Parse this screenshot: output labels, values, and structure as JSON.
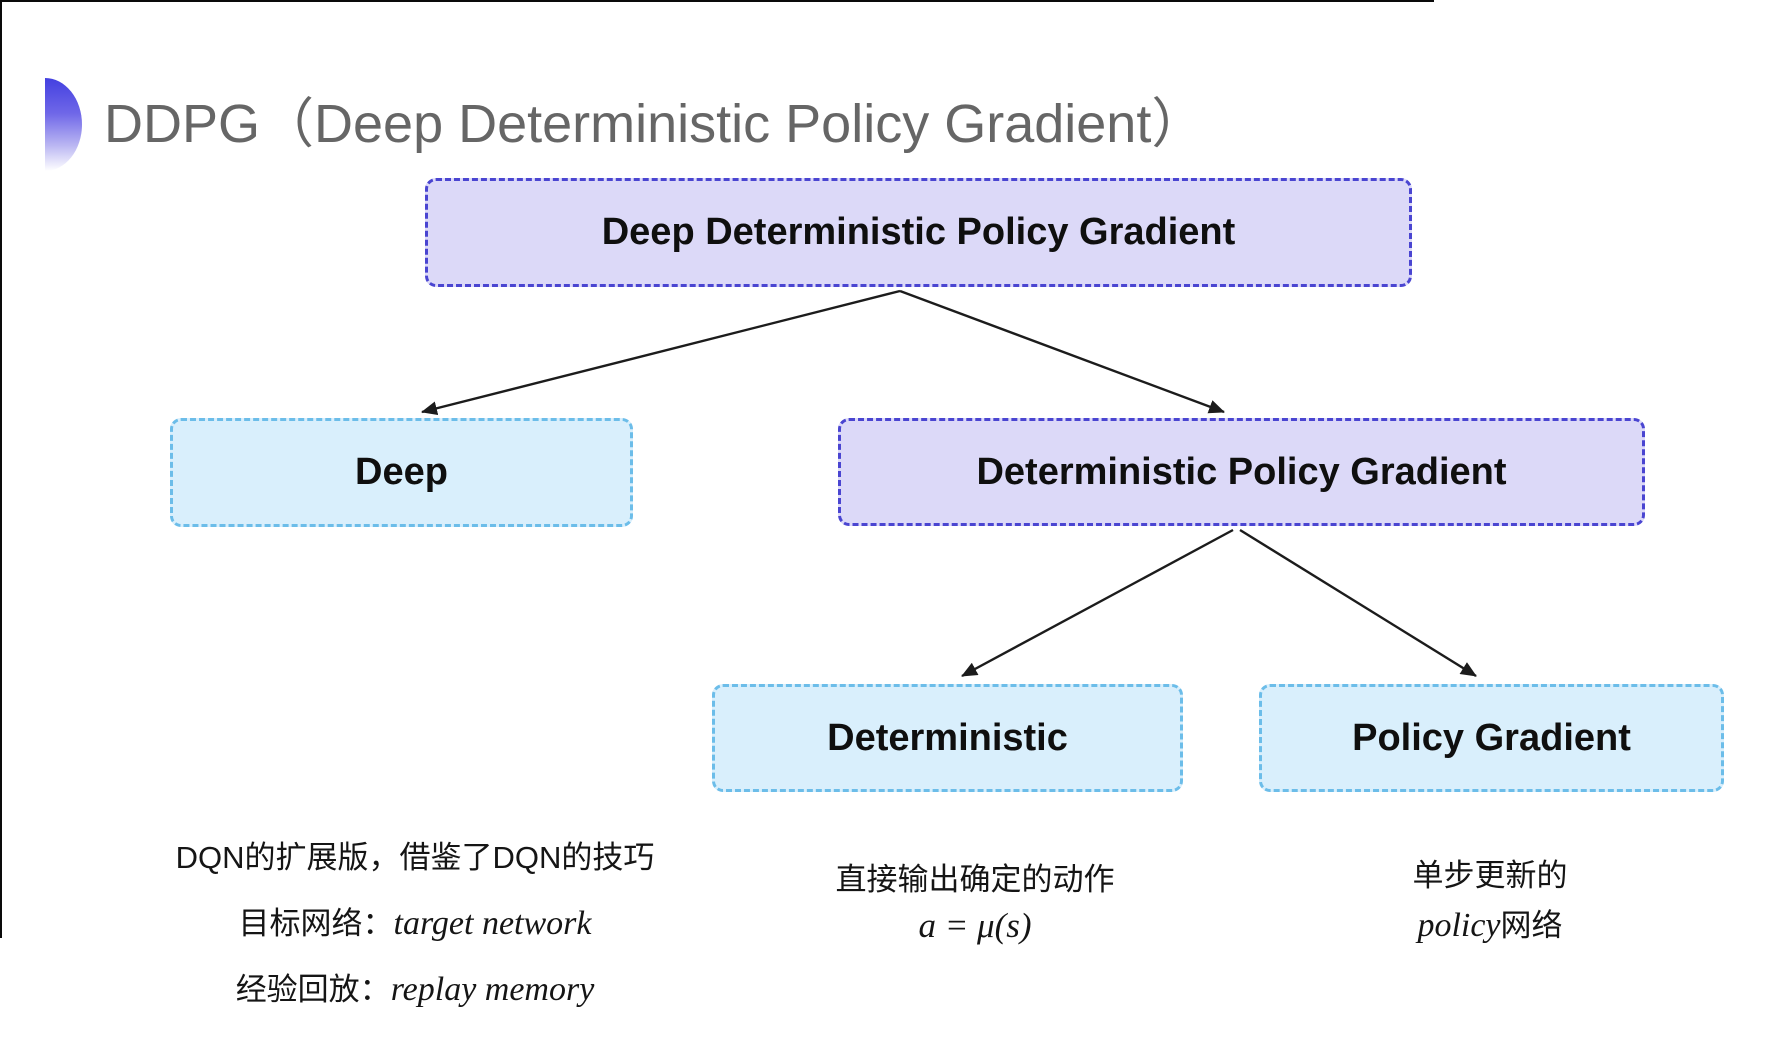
{
  "title": {
    "text": "DDPG（Deep Deterministic Policy Gradient）"
  },
  "colors": {
    "purple_fill": "#dcd9f8",
    "purple_border": "#4a45d1",
    "cyan_fill": "#d9effc",
    "cyan_border": "#6cbde9",
    "title_gray": "#666666",
    "ink": "#0f0f0f",
    "note_ink": "#151515",
    "bullet_top": "#4340e0",
    "bullet_bottom": "#ffffff"
  },
  "tree": {
    "root": {
      "label": "Deep Deterministic Policy Gradient"
    },
    "children": [
      {
        "label": "Deep"
      },
      {
        "label": "Deterministic Policy Gradient"
      }
    ],
    "grandchildren": [
      {
        "label": "Deterministic"
      },
      {
        "label": "Policy Gradient"
      }
    ]
  },
  "notes": {
    "deep": {
      "line1": "DQN的扩展版，借鉴了DQN的技巧",
      "line2_label": "目标网络：",
      "line2_term": "target network",
      "line3_label": "经验回放：",
      "line3_term": "replay memory"
    },
    "deterministic": {
      "line1": "直接输出确定的动作",
      "formula": "a = μ(s)"
    },
    "policy_gradient": {
      "line1": "单步更新的",
      "term": "policy",
      "suffix": " 网络"
    }
  }
}
